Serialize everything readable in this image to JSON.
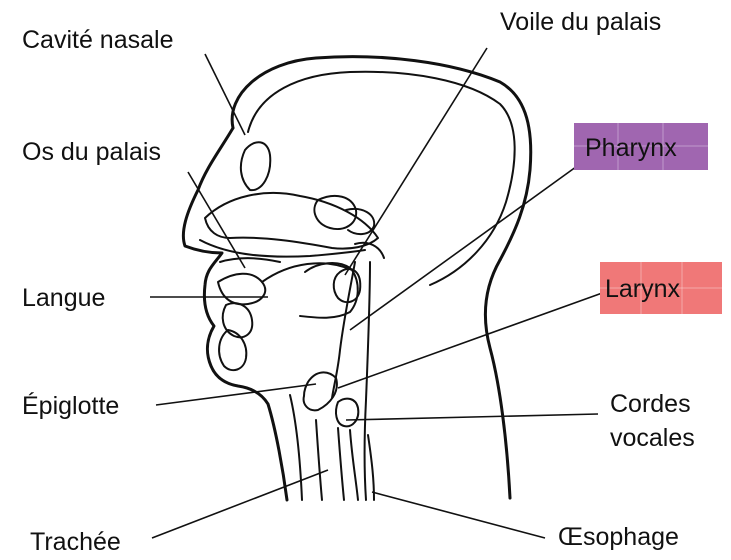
{
  "labels": {
    "cavite_nasale": "Cavité nasale",
    "voile_du_palais": "Voile du palais",
    "os_du_palais": "Os du palais",
    "pharynx": "Pharynx",
    "langue": "Langue",
    "larynx": "Larynx",
    "epiglotte": "Épiglotte",
    "cordes_vocales_line1": "Cordes",
    "cordes_vocales_line2": "vocales",
    "trachee": "Trachée",
    "oesophage": "Œsophage"
  },
  "colors": {
    "pharynx_highlight": "#a066b0",
    "pharynx_text": "#5b1e73",
    "larynx_highlight": "#f07878",
    "larynx_text": "#a01010"
  }
}
